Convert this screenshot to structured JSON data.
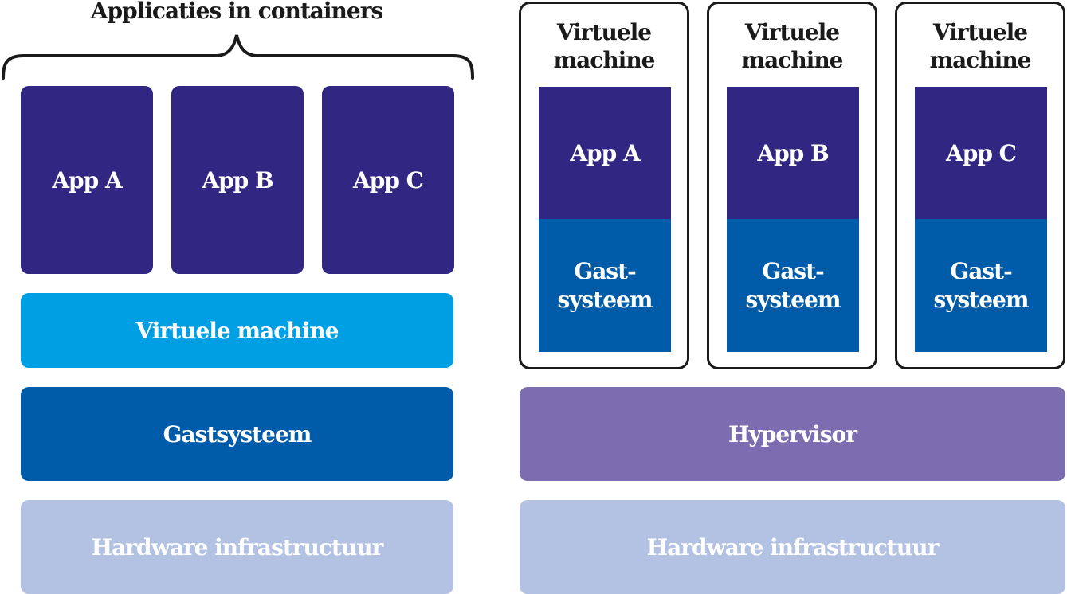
{
  "colors": {
    "app": "#312783",
    "virtual_machine": "#009fe3",
    "guest_system": "#005ca9",
    "hypervisor": "#7b6db0",
    "hardware": "#b3c2e3",
    "outline": "#1a1a1a",
    "text_light": "#ffffff",
    "text_dark": "#1a1a1a"
  },
  "containers": {
    "title": "Applicaties in containers",
    "apps": [
      {
        "label": "App A"
      },
      {
        "label": "App B"
      },
      {
        "label": "App C"
      }
    ],
    "virtual_machine_label": "Virtuele machine",
    "guest_system_label": "Gastsysteem",
    "hardware_label": "Hardware infrastructuur"
  },
  "virtual_machines": {
    "vms": [
      {
        "title_line1": "Virtuele",
        "title_line2": "machine",
        "app": "App A",
        "guest_line1": "Gast-",
        "guest_line2": "systeem"
      },
      {
        "title_line1": "Virtuele",
        "title_line2": "machine",
        "app": "App B",
        "guest_line1": "Gast-",
        "guest_line2": "systeem"
      },
      {
        "title_line1": "Virtuele",
        "title_line2": "machine",
        "app": "App C",
        "guest_line1": "Gast-",
        "guest_line2": "systeem"
      }
    ],
    "hypervisor_label": "Hypervisor",
    "hardware_label": "Hardware infrastructuur"
  }
}
